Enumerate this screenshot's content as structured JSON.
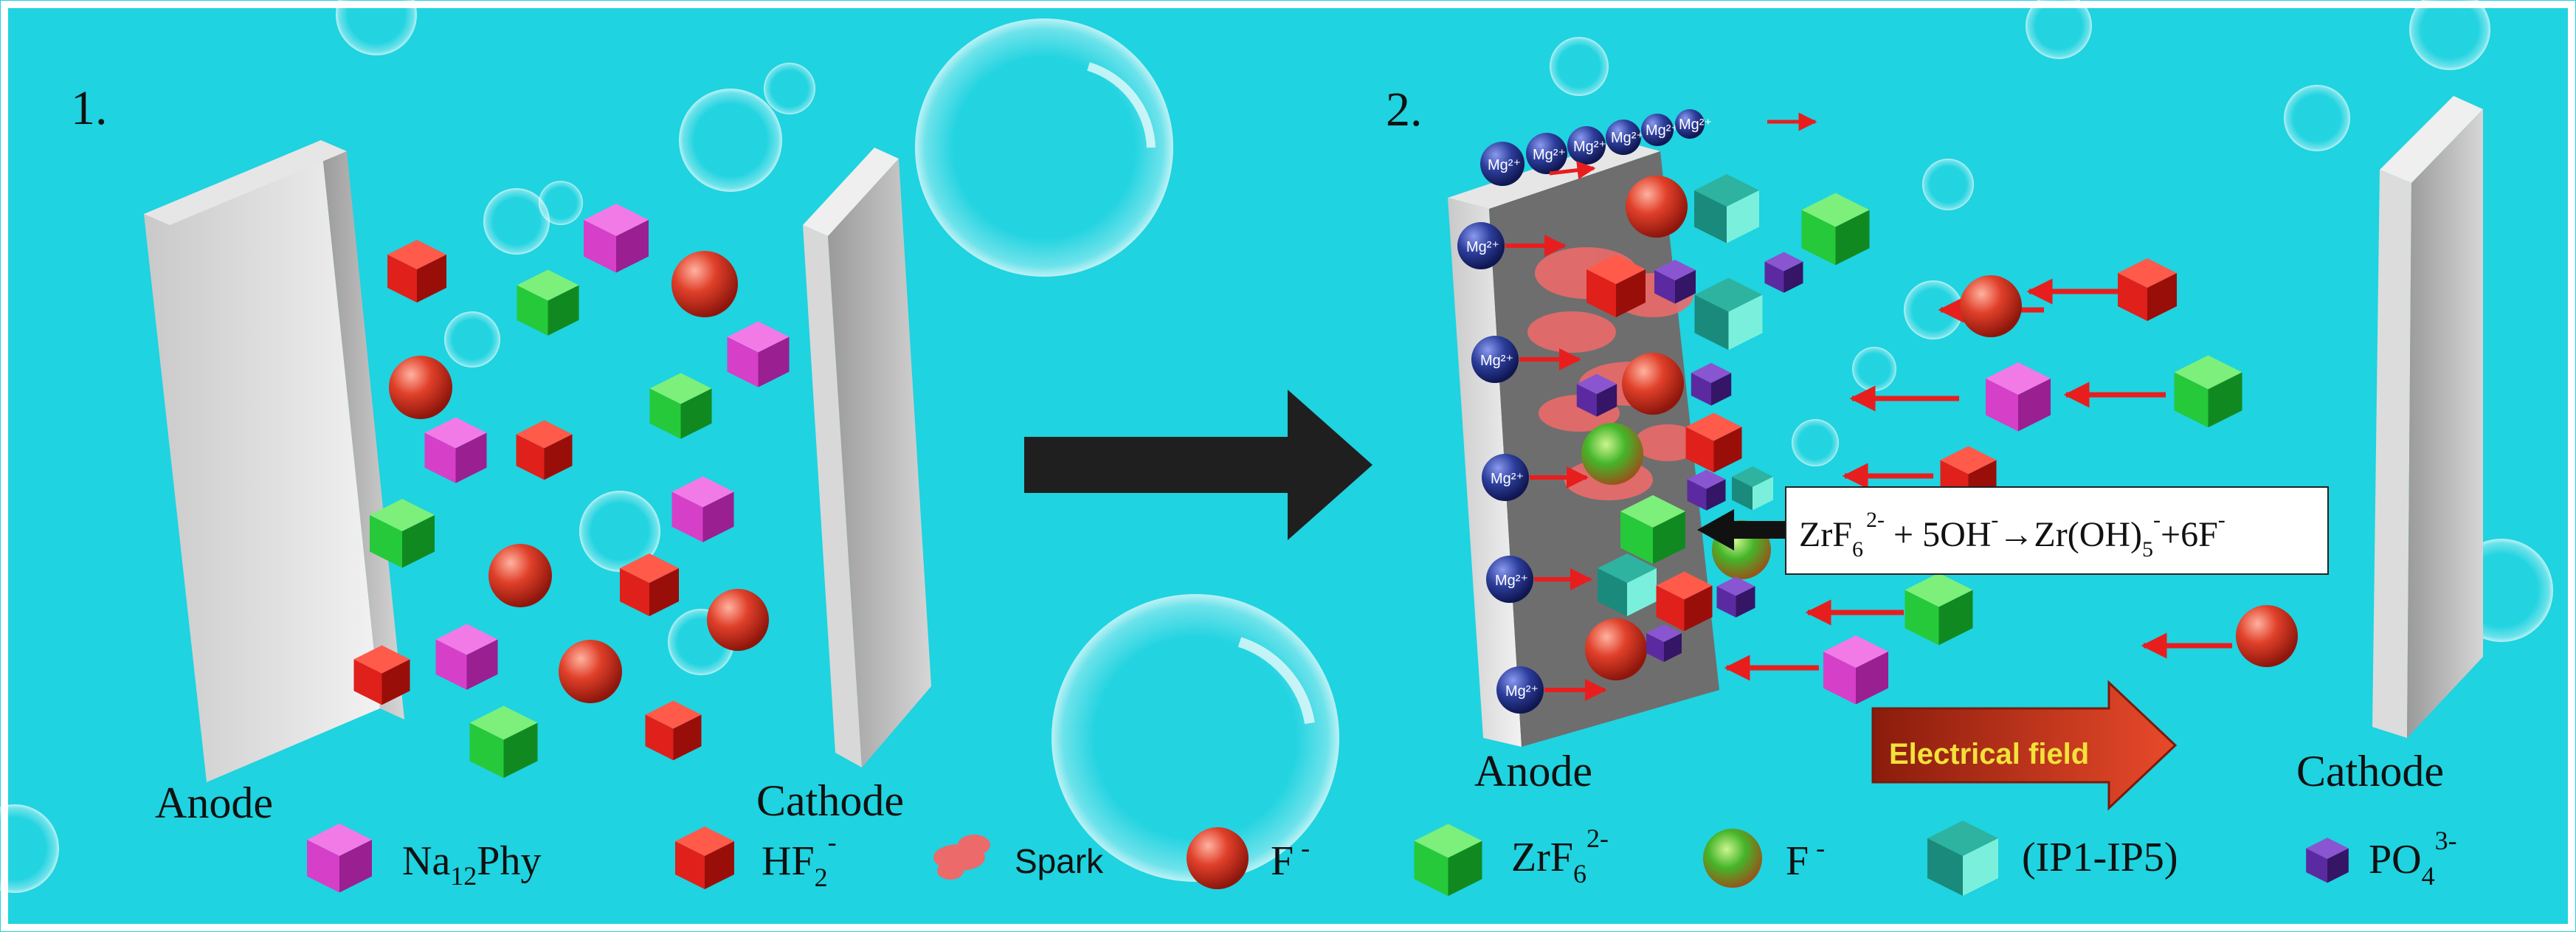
{
  "panels": [
    {
      "number": "1.",
      "anode_label": "Anode",
      "cathode_label": "Cathode"
    },
    {
      "number": "2.",
      "anode_label": "Anode",
      "cathode_label": "Cathode",
      "ion_label": "Mg²⁺",
      "reaction": {
        "zr": "ZrF",
        "zr_sub": "6",
        "zr_sup": "2-",
        "plus": " + 5OH",
        "oh_sup": "-",
        "arrow": "→Zr(OH)",
        "oh5_sub": "5",
        "oh5_sup": "-",
        "tail": "+6F",
        "f_sup": "-"
      },
      "field_label": "Electrical field"
    }
  ],
  "legend": {
    "na12phy": {
      "main": "Na",
      "sub": "12",
      "tail": "Phy"
    },
    "hf2": {
      "main": "HF",
      "sub": "2",
      "sup": "-"
    },
    "spark": "Spark",
    "f_red": {
      "main": "F",
      "sup": "-"
    },
    "zrf6": {
      "main": "ZrF",
      "sub": "6",
      "sup": "2-"
    },
    "f_green": {
      "main": "F",
      "sup": "-"
    },
    "ip": "(IP1-IP5)",
    "po4": {
      "main": "PO",
      "sub": "4",
      "sup": "3-"
    }
  },
  "colors": {
    "background": "#1fd3e0",
    "na12phy": "#d63fc8",
    "hf2": "#e0201a",
    "f_red": "#d8402c",
    "zrf6": "#26c93a",
    "ip": "#1a8a7c",
    "po4": "#5b2aa0",
    "mg": "#2d3e9c",
    "arrow_red": "#e81e1e",
    "field_arrow": "#c8371f",
    "field_text": "#f2e23a"
  }
}
